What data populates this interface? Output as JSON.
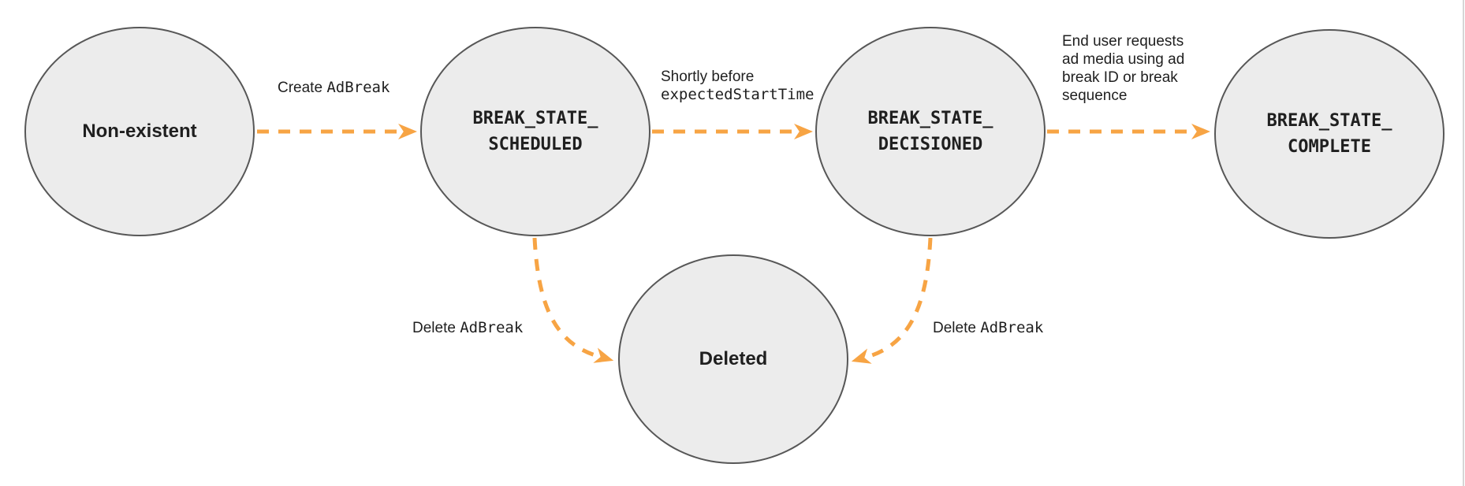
{
  "colors": {
    "arrow": "#F7A444",
    "node_fill": "#ECECEC",
    "node_border": "#575757",
    "text": "#1F1F1F",
    "page_edge_line": "#D6D6D6",
    "background": "#FFFFFF"
  },
  "nodes": [
    {
      "id": "non-existent",
      "lines": [
        "Non-existent"
      ],
      "font": "sans"
    },
    {
      "id": "break-state-scheduled",
      "lines": [
        "BREAK_STATE_",
        "SCHEDULED"
      ],
      "font": "mono"
    },
    {
      "id": "break-state-decisioned",
      "lines": [
        "BREAK_STATE_",
        "DECISIONED"
      ],
      "font": "mono"
    },
    {
      "id": "break-state-complete",
      "lines": [
        "BREAK_STATE_",
        "COMPLETE"
      ],
      "font": "mono"
    },
    {
      "id": "deleted",
      "lines": [
        "Deleted"
      ],
      "font": "sans"
    }
  ],
  "edges": [
    {
      "id": "create-adbreak",
      "from": "non-existent",
      "to": "break-state-scheduled",
      "label_text": "Create",
      "label_code": "AdBreak"
    },
    {
      "id": "shortly-before-expected-start-time",
      "from": "break-state-scheduled",
      "to": "break-state-decisioned",
      "label_line1": "Shortly before",
      "label_line2_code": "expectedStartTime"
    },
    {
      "id": "end-user-requests-ad-media",
      "from": "break-state-decisioned",
      "to": "break-state-complete",
      "label_lines": [
        "End user requests",
        "ad media using ad",
        "break ID or break",
        "sequence"
      ]
    },
    {
      "id": "delete-adbreak-from-scheduled",
      "from": "break-state-scheduled",
      "to": "deleted",
      "label_text": "Delete",
      "label_code": "AdBreak"
    },
    {
      "id": "delete-adbreak-from-decisioned",
      "from": "break-state-decisioned",
      "to": "deleted",
      "label_text": "Delete",
      "label_code": "AdBreak"
    }
  ]
}
